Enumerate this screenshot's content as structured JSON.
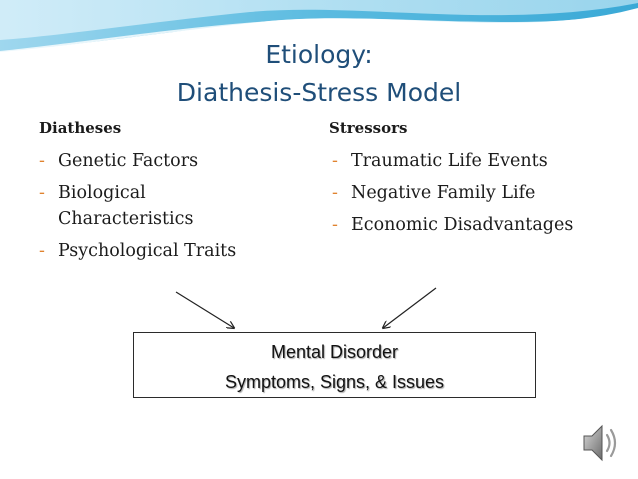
{
  "slide": {
    "title_line1": "Etiology:",
    "title_line2": "Diathesis-Stress Model",
    "diatheses": {
      "heading": "Diatheses",
      "items": [
        {
          "marker": "-",
          "text": "Genetic Factors"
        },
        {
          "marker": "-",
          "text": "Biological\nCharacteristics"
        },
        {
          "marker": "-",
          "text": "Psychological Traits"
        }
      ]
    },
    "stressors": {
      "heading": "Stressors",
      "items": [
        {
          "marker": "-",
          "text": "Traumatic Life Events"
        },
        {
          "marker": "-",
          "text": "Negative Family Life"
        },
        {
          "marker": "-",
          "text": "Economic Disadvantages"
        }
      ]
    },
    "outcome": {
      "line1": "Mental Disorder",
      "line2": "Symptoms, Signs, & Issues"
    },
    "icons": {
      "audio": "speaker-icon"
    },
    "colors": {
      "title": "#1f4e79",
      "bullet_marker": "#e0832f",
      "header_wave": "#4fb3d9"
    }
  }
}
